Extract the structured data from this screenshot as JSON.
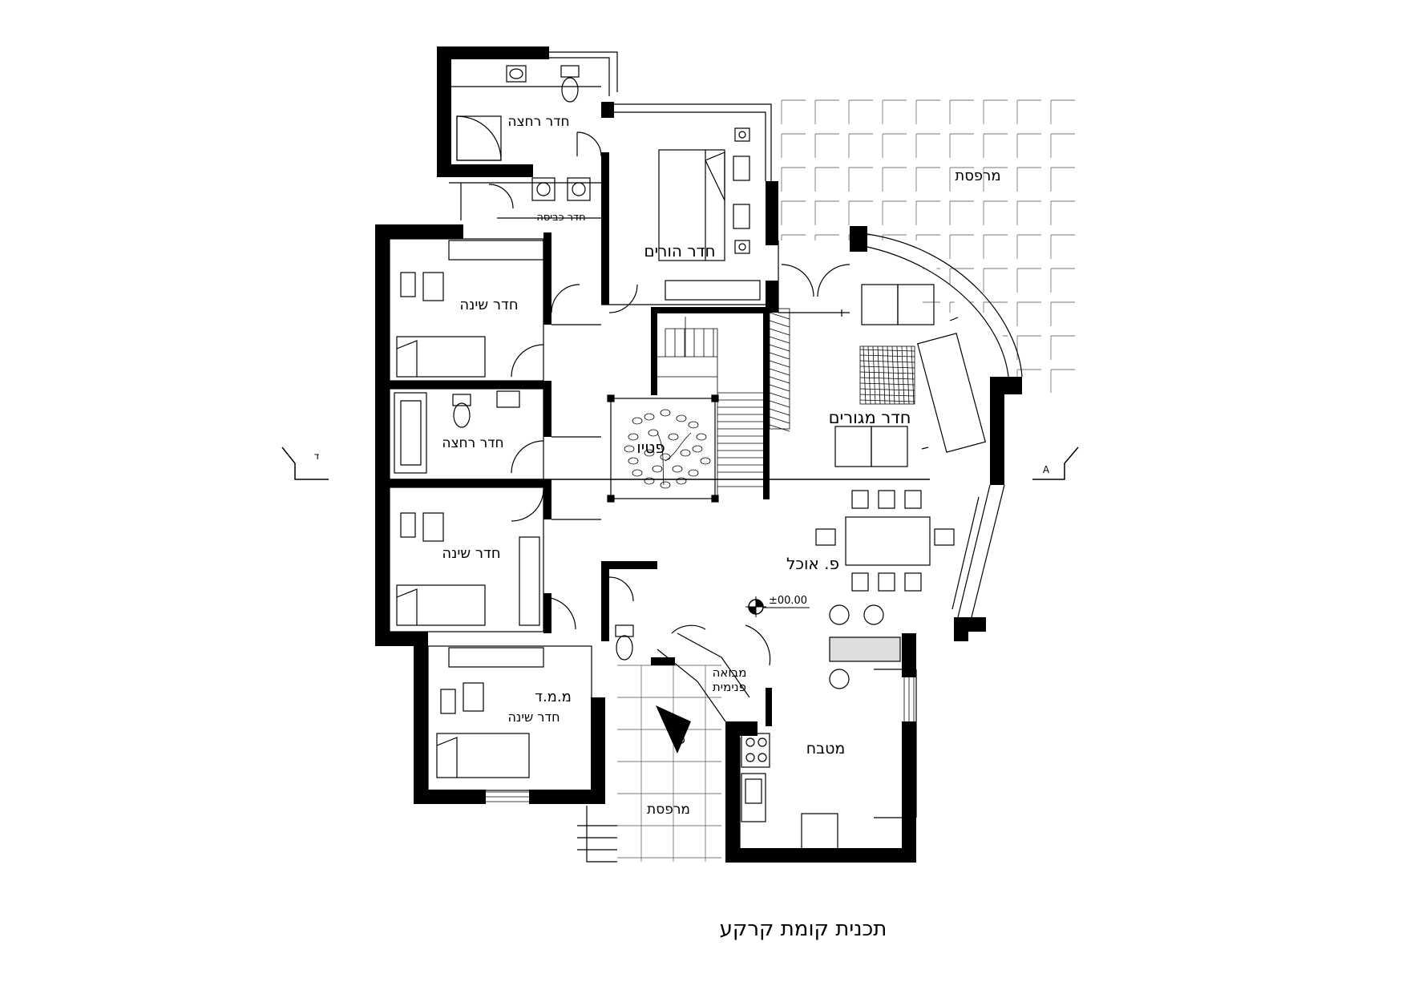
{
  "labels": {
    "bathroom_top": "חדר רחצה",
    "laundry": "חדר כביסה",
    "parents_room": "חדר הורים",
    "terrace_top": "מרפסת",
    "bedroom_1": "חדר שינה",
    "bathroom_mid": "חדר רחצה",
    "patio": "פטיו",
    "living_room": "חדר מגורים",
    "section_left": "ד",
    "section_right": "A",
    "bedroom_2": "חדר שינה",
    "dining": "פ. אוכל",
    "level_mark": "±00.00",
    "safe_room_1": "מ.מ.ד",
    "safe_room_2": "חדר שינה",
    "inner_entry_1": "מבואה",
    "inner_entry_2": "פנימית",
    "entrance": "כניסה",
    "kitchen": "מטבח",
    "terrace_bottom": "מרפסת",
    "plan_title": "תכנית קומת קרקע"
  }
}
